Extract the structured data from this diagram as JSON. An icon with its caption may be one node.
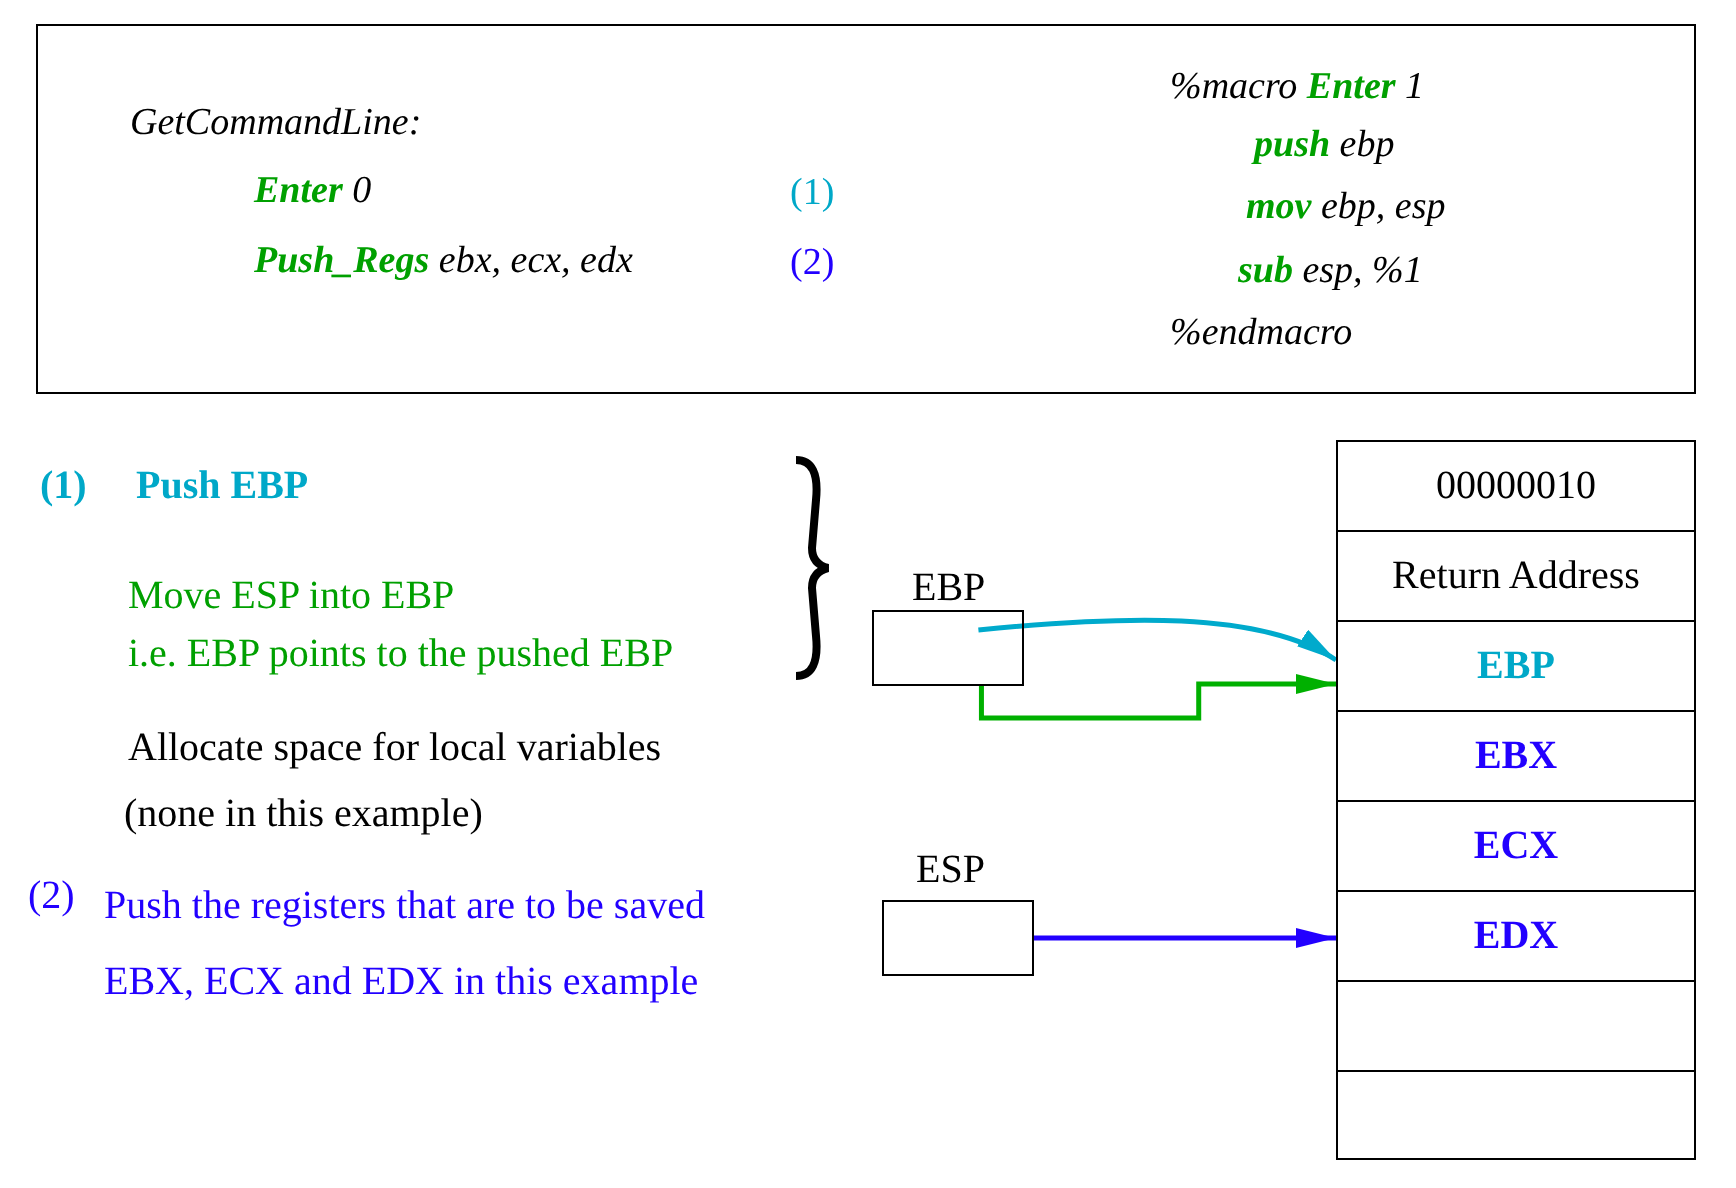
{
  "diagram": {
    "nodes": [
      {
        "text": [
          "GetCommandLine:",
          "**Enter** 0",
          "(1)",
          "**Push_Regs** ebx, ecx, edx",
          "(2)",
          "%macro **Enter** 1",
          "**push** ebp",
          "**mov** ebp, esp",
          "**sub** esp, %1",
          "%endmacro"
        ]
      },
      {
        "text": [],
        "shape": "box",
        "beside": [
          "EBP"
        ]
      },
      {
        "text": [],
        "shape": "box",
        "beside": [
          "ESP"
        ]
      },
      {
        "text": [
          "00000010"
        ]
      },
      {
        "text": [
          "Return Address"
        ]
      },
      {
        "text": [
          "EBP"
        ]
      },
      {
        "text": [
          "EBX"
        ]
      },
      {
        "text": [
          "ECX"
        ]
      },
      {
        "text": [
          "EDX"
        ]
      },
      {
        "text": [],
        "shape": "box"
      },
      {
        "text": [],
        "shape": "box"
      }
    ],
    "edges": [
      {
        "from": 1,
        "to": 5,
        "arrow": "to",
        "color": "#00aacc"
      },
      {
        "from": 1,
        "to": 5,
        "arrow": "to",
        "color": "#00b000"
      },
      {
        "from": 2,
        "to": 8,
        "arrow": "to",
        "color": "#2200ff"
      }
    ],
    "labels": [
      "(1)",
      "Push EBP",
      "Move ESP into EBP",
      "i.e. EBP points to the pushed EBP",
      "Allocate space for local variables",
      "(none in this example)",
      "(2)",
      "Push the registers that are to be saved",
      "EBX, ECX and EDX in this example"
    ]
  }
}
